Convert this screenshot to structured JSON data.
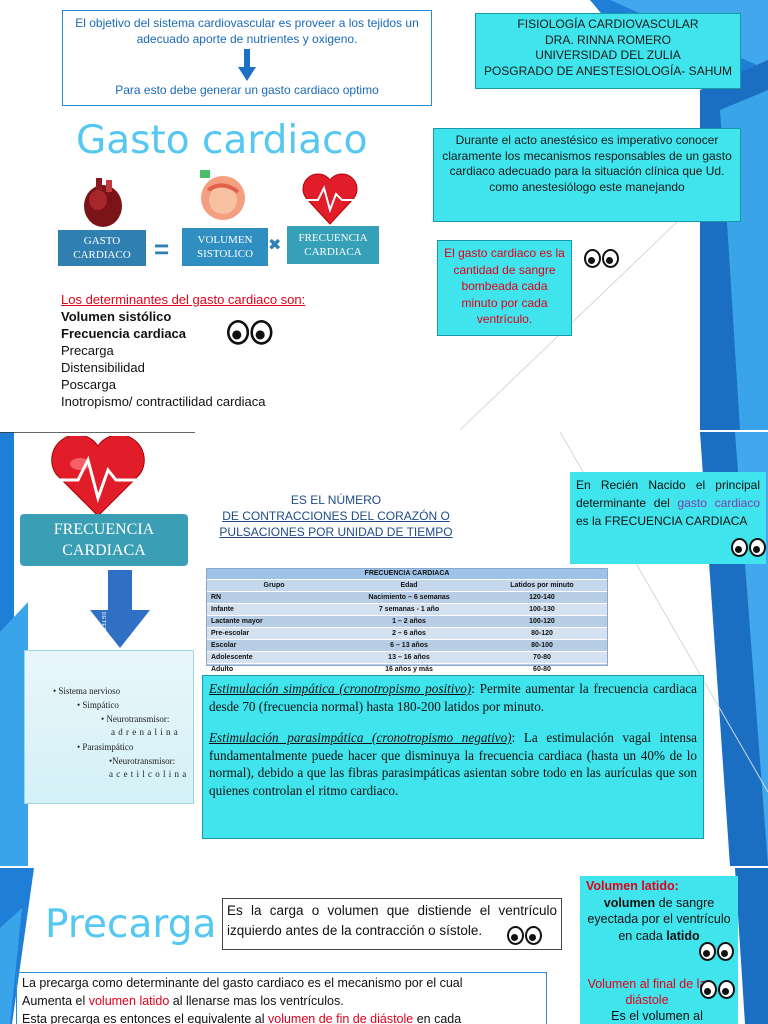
{
  "panel1": {
    "objective_text": "El objetivo del sistema cardiovascular es proveer a los tejidos un adecuado aporte de nutrientes y oxigeno.",
    "objective_followup": "Para esto debe generar un gasto cardiaco optimo",
    "credits": [
      "FISIOLOGÍA CARDIOVASCULAR",
      "DRA. RINNA ROMERO",
      "UNIVERSIDAD DEL ZULIA",
      "POSGRADO DE ANESTESIOLOGÍA- SAHUM"
    ],
    "title": "Gasto cardiaco",
    "formula": {
      "gasto": "GASTO CARDIACO",
      "equals": "=",
      "volumen": "VOLUMEN SISTOLICO",
      "times": "✖",
      "frecuencia": "FRECUENCIA CARDIACA"
    },
    "anestesia_text": "Durante el acto anestésico es imperativo conocer claramente los mecanismos responsables de un gasto cardiaco adecuado para la situación clínica que Ud. como anestesiólogo este manejando",
    "definition_text": "El gasto cardiaco es  la cantidad de sangre bombeada cada minuto por cada ventrículo.",
    "determinants_heading": "Los determinantes del gasto cardiaco son:",
    "determinants_bold": [
      "Volumen sistólico",
      "Frecuencia cardiaca"
    ],
    "determinants": [
      "Precarga",
      "Distensibilidad",
      "Poscarga",
      "Inotropismo/ contractilidad cardiaca"
    ]
  },
  "panel2": {
    "fc_label": "FRECUENCIA CARDIACA",
    "arrow_label": "DETERMINANTES",
    "definition_lines": [
      "ES EL NÚMERO",
      "DE CONTRACCIONES DEL CORAZÓN O",
      "PULSACIONES POR UNIDAD DE TIEMPO"
    ],
    "newborn": {
      "part1": "En Recién Nacido el principal determinante del",
      "highlight": "gasto cardiaco",
      "part2": "es la FRECUENCIA CARDIACA"
    },
    "table": {
      "title": "FRECUENCIA CARDIACA",
      "headers": [
        "Grupo",
        "Edad",
        "Latidos por minuto"
      ],
      "rows": [
        [
          "RN",
          "Nacimiento – 6 semanas",
          "120-140"
        ],
        [
          "Infante",
          "7 semanas -  1 año",
          "100-130"
        ],
        [
          "Lactante mayor",
          "1 – 2 años",
          "100-120"
        ],
        [
          "Pre-escolar",
          "2 – 6 años",
          "80-120"
        ],
        [
          "Escolar",
          "6 – 13 años",
          "80-100"
        ],
        [
          "Adolescente",
          "13 – 16 años",
          "70-80"
        ],
        [
          "Adulto",
          "16 años y más",
          "60-80"
        ]
      ]
    },
    "nervous": {
      "item": "Sistema nervioso",
      "simp": "Simpático",
      "simp_nt": "Neurotransmisor:",
      "simp_value": "a d r e n a l i n a",
      "para": "Parasimpático",
      "para_nt": "•Neurotransmisor:",
      "para_value": "a c e t i l c o l i n a"
    },
    "stim": {
      "simp_title": "Estimulación simpática (cronotropismo positivo)",
      "simp_body": ": Permite aumentar la frecuencia cardiaca desde 70 (frecuencia normal) hasta 180-200 latidos por minuto.",
      "para_title": "Estimulación parasimpática (cronotropismo negativo)",
      "para_body": ": La estimulación vagal intensa fundamentalmente puede hacer que disminuya la frecuencia cardiaca (hasta un 40% de lo normal), debido a que las fibras parasimpáticas asientan sobre todo en las aurículas que son quienes controlan el ritmo cardiaco."
    }
  },
  "panel3": {
    "title": "Precarga",
    "definition": "Es la carga o volumen que distiende el ventrículo izquierdo antes de la contracción o sístole.",
    "body": {
      "l1": "La precarga como determinante del gasto cardiaco es el mecanismo por el cual",
      "l2a": "Aumenta el ",
      "l2red": "volumen latido",
      "l2b": " al llenarse mas los ventrículos.",
      "l3a": "Esta precarga es entonces el equivalente al ",
      "l3red": "volumen de fin de diástole",
      "l3b": " en cada"
    },
    "vol_latido": {
      "title": "Volumen latido:",
      "bold": "volumen",
      "text1": " de sangre eyectada por el ventrículo en cada ",
      "bold2": "latido"
    },
    "vol_final": {
      "title": "Volumen al final de la diástole",
      "text": "Es el volumen al"
    }
  },
  "colors": {
    "cyan": "#3fe4ec",
    "blue_text": "#1b6ab7",
    "title_cyan": "#54c8f2",
    "red": "#e2001a",
    "teal_chip": "#2f8fb7"
  }
}
